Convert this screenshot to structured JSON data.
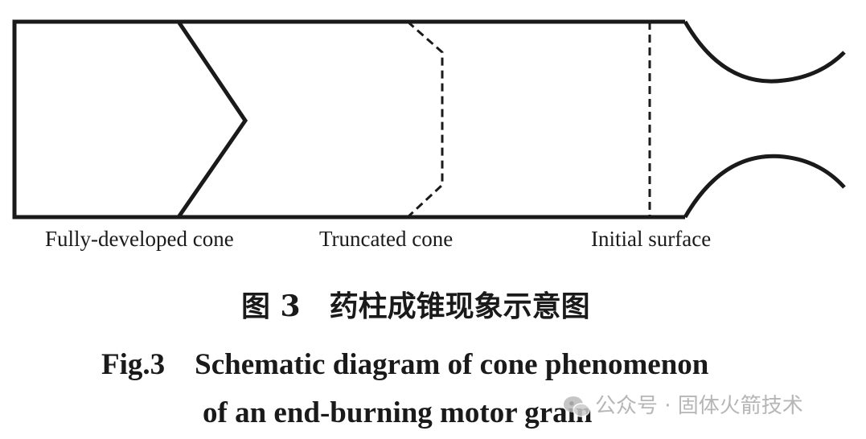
{
  "labels": {
    "fully_developed": "Fully-developed cone",
    "truncated": "Truncated cone",
    "initial": "Initial surface"
  },
  "caption": {
    "cn": "图 3　药柱成锥现象示意图",
    "en_line1": "Fig.3　Schematic diagram of cone phenomenon",
    "en_line2": "of an end-burning motor grain"
  },
  "watermark": {
    "text": "公众号 · 固体火箭技术",
    "icon": "wechat-icon"
  }
}
